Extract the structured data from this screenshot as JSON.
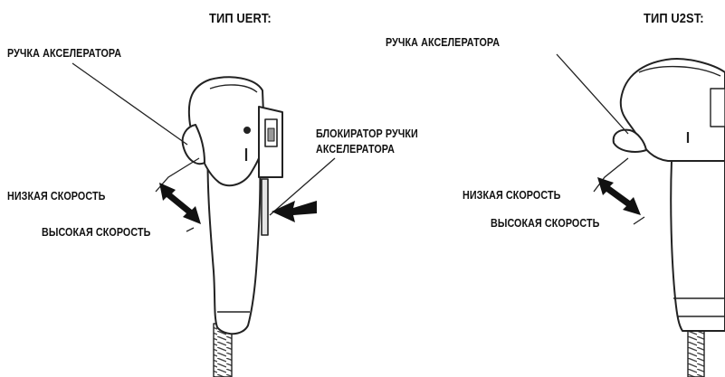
{
  "left_figure": {
    "type_label": "ТИП UERT:",
    "throttle_lever": "РУЧКА АКСЕЛЕРАТОРА",
    "lever_lock": [
      "БЛОКИРАТОР РУЧКИ",
      "АКСЕЛЕРАТОРА"
    ],
    "low_speed": "НИЗКАЯ СКОРОСТЬ",
    "high_speed": "ВЫСОКАЯ СКОРОСТЬ"
  },
  "right_figure": {
    "type_label": "ТИП U2ST:",
    "throttle_lever": "РУЧКА АКСЕЛЕРАТОРА",
    "low_speed": "НИЗКАЯ СКОРОСТЬ",
    "high_speed": "ВЫСОКАЯ СКОРОСТЬ"
  }
}
